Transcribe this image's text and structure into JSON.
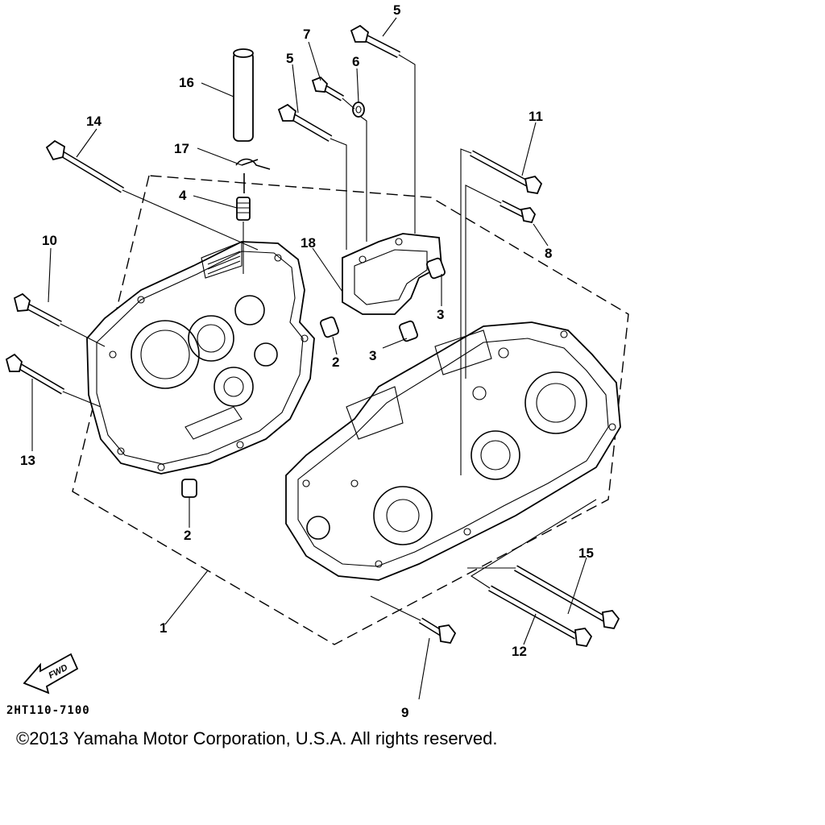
{
  "diagram": {
    "callouts": {
      "c1": "1",
      "c2a": "2",
      "c2b": "2",
      "c3a": "3",
      "c3b": "3",
      "c4": "4",
      "c5a": "5",
      "c5b": "5",
      "c6": "6",
      "c7": "7",
      "c8": "8",
      "c9": "9",
      "c10": "10",
      "c11": "11",
      "c12": "12",
      "c13": "13",
      "c14": "14",
      "c15": "15",
      "c16": "16",
      "c17": "17",
      "c18": "18"
    },
    "fwd_label": "FWD",
    "drawing_code": "2HT110-7100"
  },
  "footer": {
    "copyright": "©2013 Yamaha Motor Corporation, U.S.A. All rights reserved."
  }
}
